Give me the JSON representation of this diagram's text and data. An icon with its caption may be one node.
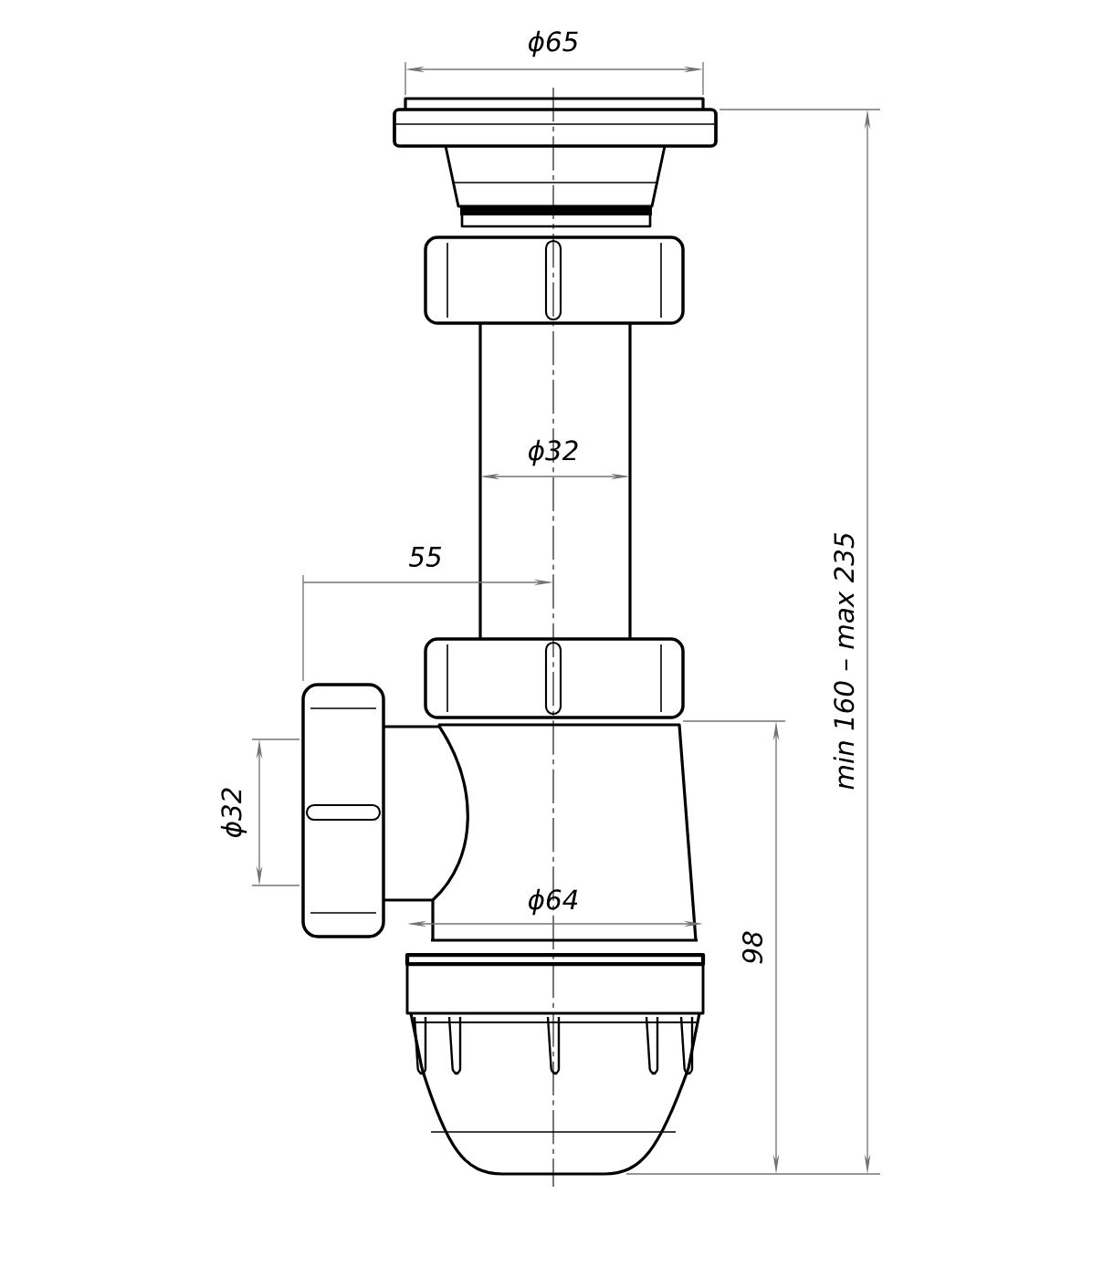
{
  "diagram": {
    "labels": [
      "ϕ65",
      "ϕ32",
      "55",
      "ϕ32",
      "ϕ64",
      "98",
      "min 160 – max 235"
    ]
  }
}
